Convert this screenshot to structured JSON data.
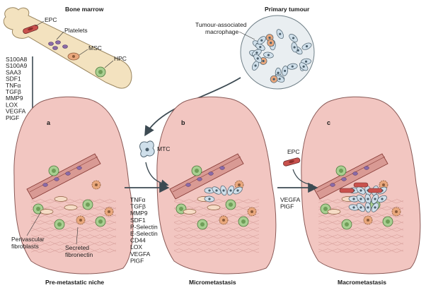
{
  "headings": {
    "bone_marrow": "Bone marrow",
    "primary_tumour": "Primary tumour"
  },
  "bone_marrow_cells": {
    "epc": "EPC",
    "platelets": "Platelets",
    "msc": "MSC",
    "hpc": "HPC"
  },
  "tumour_macrophage_label": [
    "Tumour-associated",
    "macrophage"
  ],
  "niche_factors": [
    "S100A8",
    "S100A9",
    "SAA3",
    "SDF1",
    "TNFα",
    "TGFβ",
    "MMP9",
    "LOX",
    "VEGFA",
    "PlGF"
  ],
  "panels": [
    {
      "letter": "a",
      "caption": "Pre-metastatic niche"
    },
    {
      "letter": "b",
      "caption": "Micrometastasis"
    },
    {
      "letter": "c",
      "caption": "Macrometastasis"
    }
  ],
  "panel_a_labels": {
    "perivascular": [
      "Perivascular",
      "fibroblasts"
    ],
    "fibronectin": [
      "Secreted",
      "fibronectin"
    ]
  },
  "mtc_label": "MTC",
  "epc_label": "EPC",
  "micro_factors": [
    "TNFα",
    "TGFβ",
    "MMP9",
    "SDF1",
    "P-Selectin",
    "E-Selectin",
    "CD44",
    "LOX",
    "VEGFA",
    "PlGF"
  ],
  "macro_factors": [
    "VEGFA",
    "PlGF"
  ],
  "colors": {
    "bone": "#f3e2bf",
    "bone_stroke": "#9a8660",
    "lung": "#f2c6c1",
    "lung_stroke": "#8a5a57",
    "vessel": "#d99a94",
    "platelet": "#8a6aa8",
    "msc": "#e9a77c",
    "hpc": "#a8cf91",
    "tumour_cell": "#cfdfea",
    "arrow": "#3c4a52"
  }
}
